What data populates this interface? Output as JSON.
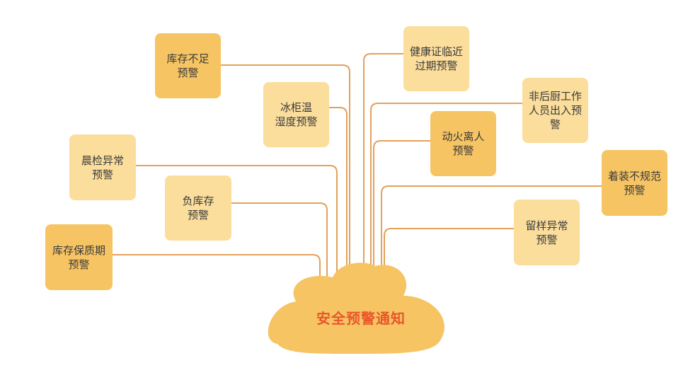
{
  "center": {
    "title": "安全预警通知"
  },
  "nodes": [
    {
      "id": "stock-shortage",
      "label": "库存不足预警"
    },
    {
      "id": "fridge-temp",
      "label": "冰柜温湿度预警"
    },
    {
      "id": "morning-check",
      "label": "晨检异常预警"
    },
    {
      "id": "negative-stock",
      "label": "负库存预警"
    },
    {
      "id": "shelf-life",
      "label": "库存保质期预警"
    },
    {
      "id": "certificate-expiry",
      "label": "健康证临近过期预警"
    },
    {
      "id": "non-kitchen-staff",
      "label": "非后厨工作人员出入预警"
    },
    {
      "id": "fire-unattended",
      "label": "动火离人预警"
    },
    {
      "id": "dress-code",
      "label": "着装不规范预警"
    },
    {
      "id": "sample-anomaly",
      "label": "留样异常预警"
    }
  ],
  "colors": {
    "line": "#e3a15b",
    "cloud": "#f6c463",
    "node_dark": "#f6c463",
    "node_light": "#fbdd9c",
    "title": "#e8572a"
  }
}
